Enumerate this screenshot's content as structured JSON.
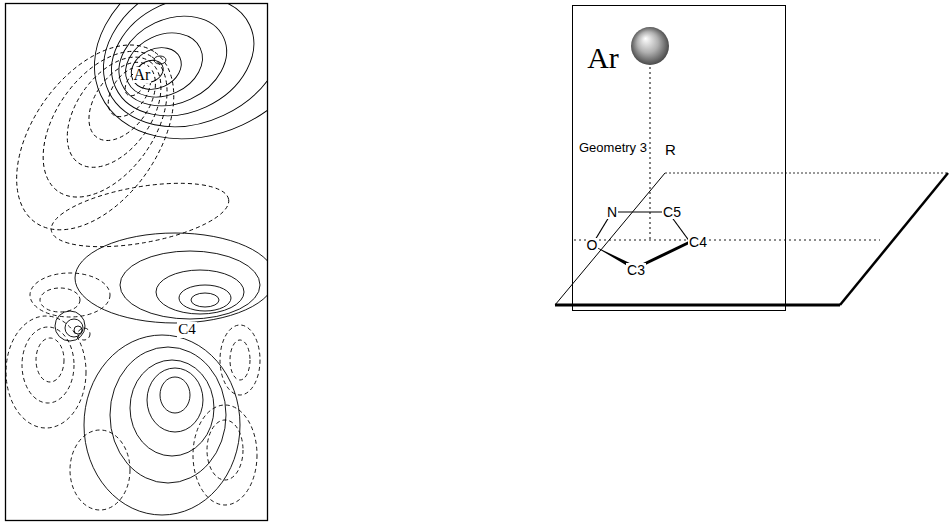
{
  "diagram": {
    "labels": [
      "Ar",
      "C4",
      "Ar",
      "Geometry 3",
      "R",
      "N",
      "C5",
      "O",
      "C4",
      "C3"
    ]
  }
}
